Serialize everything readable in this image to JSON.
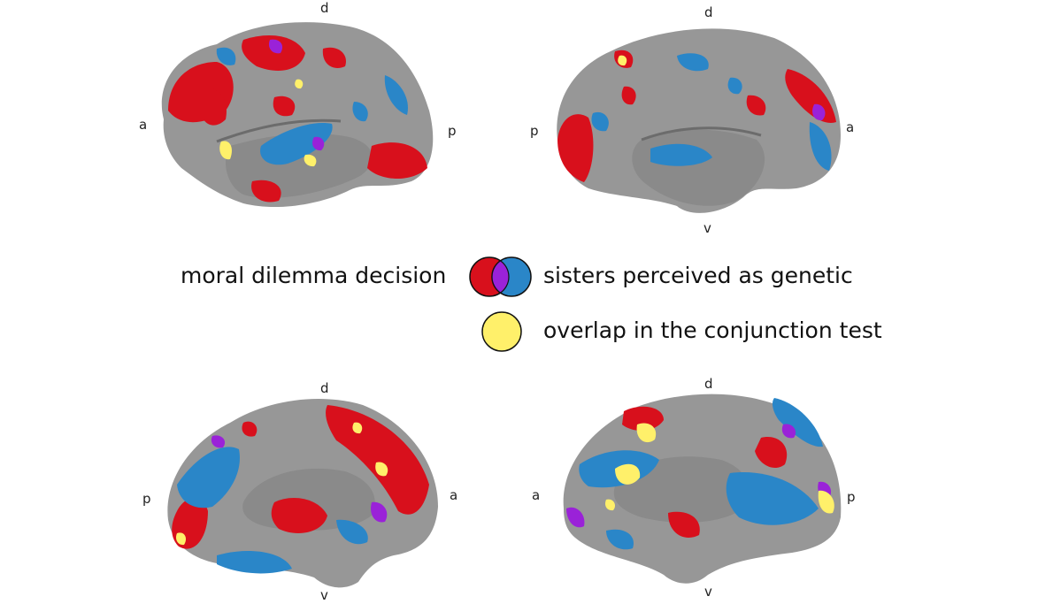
{
  "legend": {
    "left_label": "moral dilemma decision",
    "right_label": "sisters perceived as genetic",
    "overlap_label": "overlap in the conjunction test",
    "colors": {
      "moral": "#d8101c",
      "sisters": "#2a86c8",
      "both": "#9a22d8",
      "conjunction": "#fff06a",
      "cortex": "#969696"
    }
  },
  "views": {
    "top_left": {
      "top": "d",
      "left": "a",
      "right": "p"
    },
    "top_right": {
      "top": "d",
      "left": "p",
      "right": "a",
      "bottom": "v"
    },
    "bottom_left": {
      "top": "d",
      "left": "p",
      "right": "a",
      "bottom": "v"
    },
    "bottom_right": {
      "top": "d",
      "left": "a",
      "right": "p",
      "bottom": "v"
    }
  }
}
